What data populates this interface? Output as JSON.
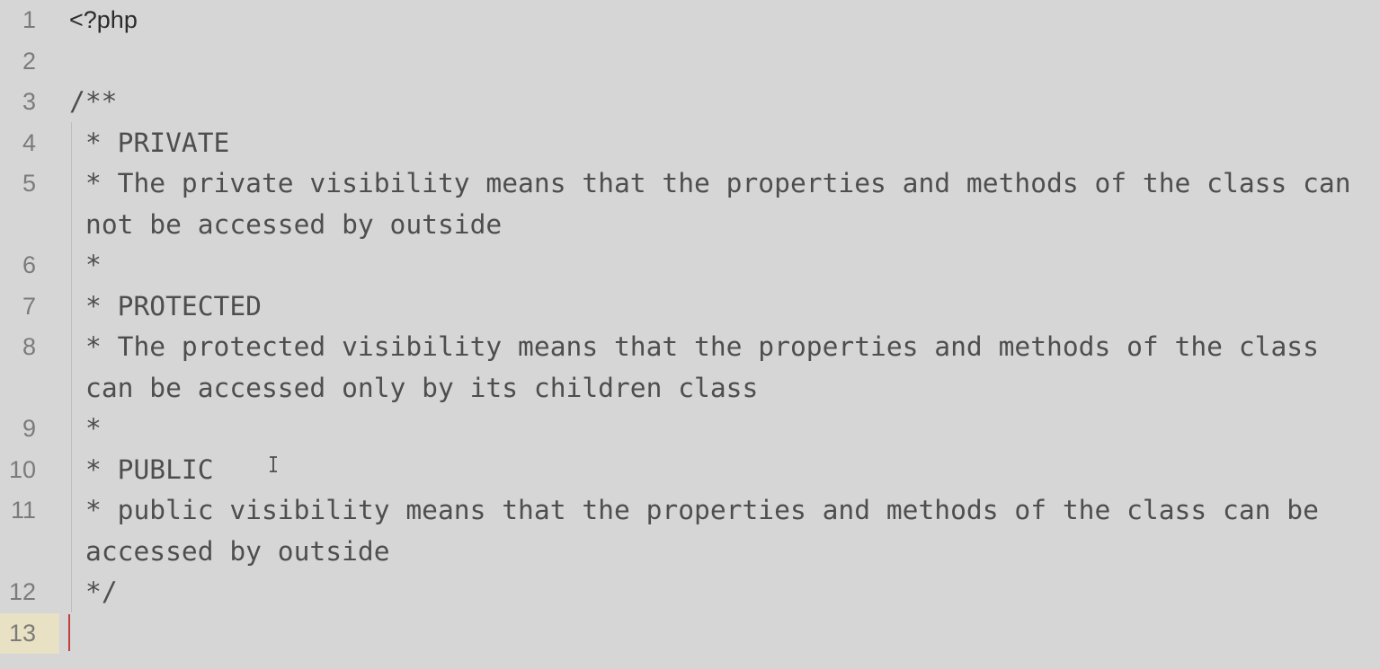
{
  "editor": {
    "language": "php",
    "lines": [
      {
        "num": "1",
        "text": "<?php"
      },
      {
        "num": "2",
        "text": ""
      },
      {
        "num": "3",
        "text": "/**"
      },
      {
        "num": "4",
        "text": "* PRIVATE"
      },
      {
        "num": "5",
        "text": "* The private visibility means that the properties and methods of the class can not be accessed by outside"
      },
      {
        "num": "6",
        "text": "*"
      },
      {
        "num": "7",
        "text": "* PROTECTED"
      },
      {
        "num": "8",
        "text": "* The protected visibility means that the properties and methods of the class can be accessed only by its children class"
      },
      {
        "num": "9",
        "text": "*"
      },
      {
        "num": "10",
        "text": "* PUBLIC"
      },
      {
        "num": "11",
        "text": "* public visibility means that the properties and methods of the class can be accessed by outside"
      },
      {
        "num": "12",
        "text": "*/"
      },
      {
        "num": "13",
        "text": ""
      }
    ],
    "current_line": "13",
    "caret_color": "#c43c3c",
    "current_line_highlight": "#e9e1c3",
    "background": "#d6d6d6"
  }
}
